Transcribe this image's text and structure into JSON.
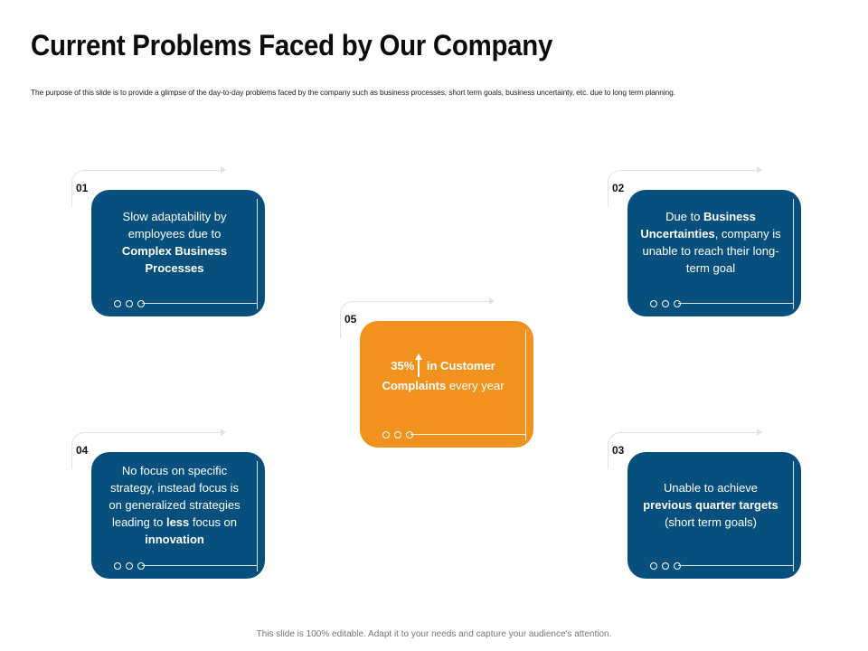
{
  "title": "Current Problems Faced by Our Company",
  "subtitle": "The purpose of this slide is to provide a glimpse of the day-to-day problems faced by the company such as business processes, short term goals, business uncertainty, etc. due to long term planning.",
  "footer": "This slide is 100% editable. Adapt it to your needs and capture your audience's attention.",
  "colors": {
    "blue": "#07507e",
    "orange": "#f2921e"
  },
  "items": {
    "i01": {
      "number": "01",
      "t1": "Slow adaptability by employees due to ",
      "b1": "Complex Business Processes"
    },
    "i02": {
      "number": "02",
      "t1": "Due to ",
      "b1": "Business Uncertainties",
      "t2": ", company is unable to reach their long-term goal"
    },
    "i03": {
      "number": "03",
      "t1": "Unable to achieve ",
      "b1": "previous quarter targets",
      "t2": " (short term goals)"
    },
    "i04": {
      "number": "04",
      "t1": "No focus on specific strategy, instead focus is on generalized strategies leading to ",
      "b1": "less",
      "t2": " focus on ",
      "b2": "innovation"
    },
    "i05": {
      "number": "05",
      "b1": "35%",
      "b2": " in Customer Complaints",
      "t1": " every year",
      "icon": "up-arrow-icon"
    }
  }
}
